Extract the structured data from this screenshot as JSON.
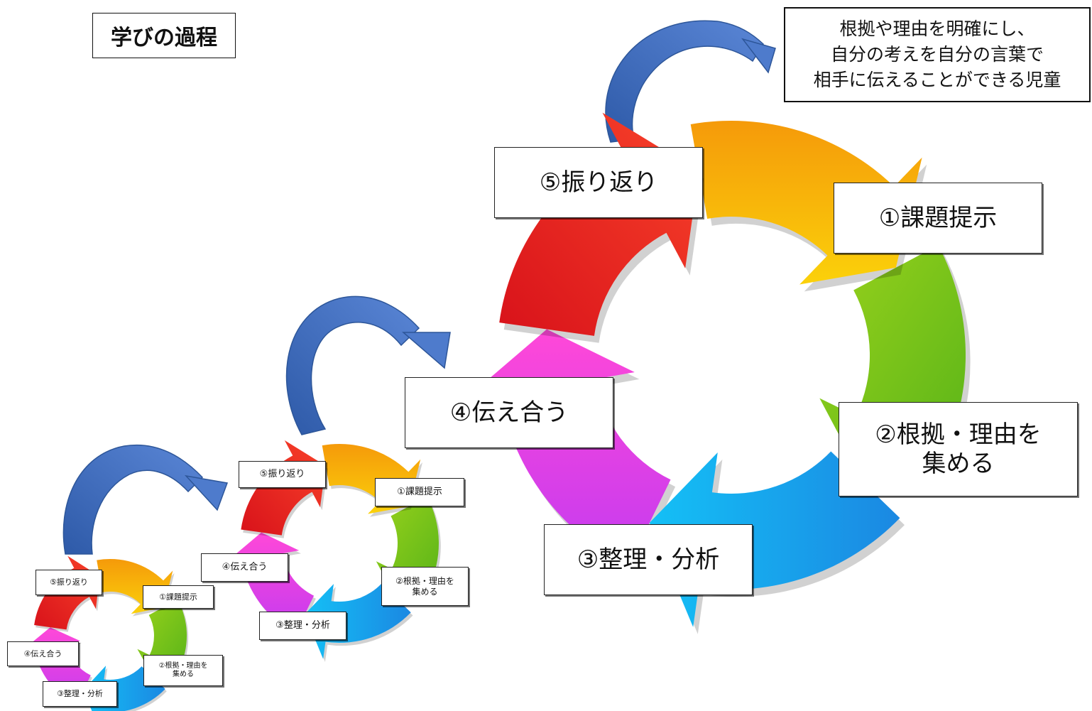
{
  "title": "学びの過程",
  "goal": "根拠や理由を明確にし、\n自分の考えを自分の言葉で\n相手に伝えることができる児童",
  "steps": [
    "①課題提示",
    "②根拠・理由を\n集める",
    "③整理・分析",
    "④伝え合う",
    "⑤振り返り"
  ],
  "colors": {
    "red": "#ee2a1e",
    "orange": "#f8ad07",
    "green": "#72c41a",
    "blue": "#12aaf0",
    "magenta": "#ef3fe6",
    "link_arrow": "#4a74c4"
  }
}
